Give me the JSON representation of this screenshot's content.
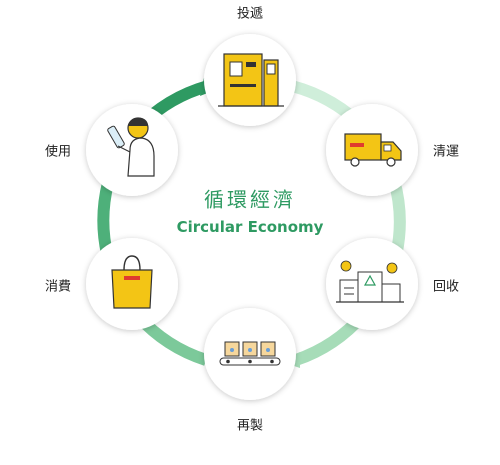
{
  "center": {
    "title_zh": "循環經濟",
    "title_en": "Circular Economy"
  },
  "stages": [
    {
      "label": "投遞",
      "icon": "reverse-vending-machine-icon"
    },
    {
      "label": "清運",
      "icon": "delivery-truck-icon"
    },
    {
      "label": "回收",
      "icon": "recycling-factory-icon"
    },
    {
      "label": "再製",
      "icon": "conveyor-boxes-icon"
    },
    {
      "label": "消費",
      "icon": "shopping-bag-icon"
    },
    {
      "label": "使用",
      "icon": "person-drinking-icon"
    }
  ],
  "colors": {
    "ring_dark": "#2e9a62",
    "ring_light": "#cdeed8",
    "accent_yellow": "#f3c515",
    "text": "#222222"
  }
}
